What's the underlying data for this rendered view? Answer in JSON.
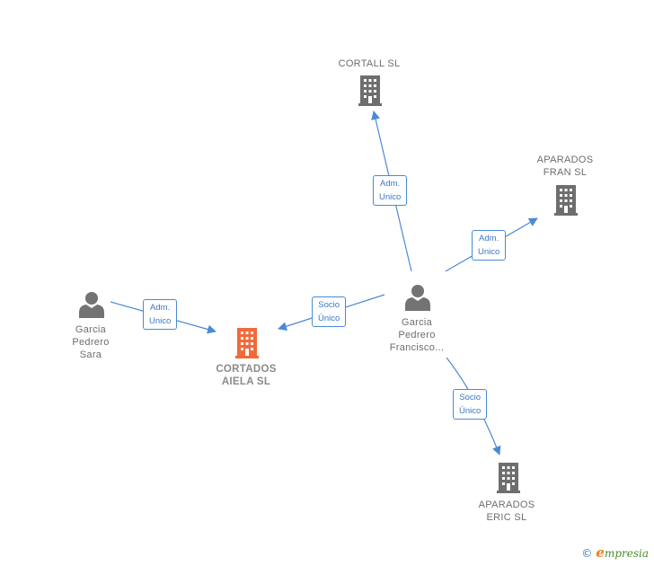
{
  "nodes": {
    "cortall": {
      "label": "CORTALL  SL",
      "type": "company"
    },
    "aparados_fran": {
      "label": "APARADOS\nFRAN  SL",
      "type": "company"
    },
    "cortados_aiela": {
      "label": "CORTADOS\nAIELA  SL",
      "type": "company-main"
    },
    "aparados_eric": {
      "label": "APARADOS\nERIC  SL",
      "type": "company"
    },
    "garcia_sara": {
      "label": "Garcia\nPedrero\nSara",
      "type": "person"
    },
    "garcia_francisco": {
      "label": "Garcia\nPedrero\nFrancisco...",
      "type": "person"
    }
  },
  "edges": {
    "e1": {
      "label": "Adm.\nUnico",
      "from": "garcia_francisco",
      "to": "cortall"
    },
    "e2": {
      "label": "Adm.\nUnico",
      "from": "garcia_francisco",
      "to": "aparados_fran"
    },
    "e3": {
      "label": "Socio\nÚnico",
      "from": "garcia_francisco",
      "to": "cortados_aiela"
    },
    "e4": {
      "label": "Adm.\nUnico",
      "from": "garcia_sara",
      "to": "cortados_aiela"
    },
    "e5": {
      "label": "Socio\nÚnico",
      "from": "garcia_francisco",
      "to": "aparados_eric"
    }
  },
  "colors": {
    "edge": "#4a8ad6",
    "company_icon": "#6e6e6e",
    "main_company_icon": "#f26a3a",
    "person_icon": "#737373"
  },
  "watermark": {
    "copyright": "©",
    "brand_initial": "e",
    "brand_rest": "mpresia"
  }
}
